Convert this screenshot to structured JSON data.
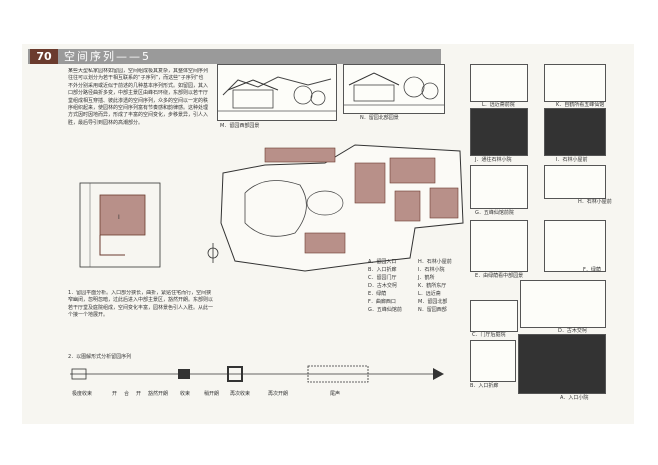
{
  "header": {
    "page_number": "70",
    "title": "空间序列——5"
  },
  "intro_text": "某些大型私家园林如留园，空间组成极其复杂，其整体空间序列往往可以划分为若干相互联系的“子序列”，而这些“子序列”也不外分别采用或近似于前述的几种基本序列形式。如留园，其入口部分路径曲折多变，中部主景区由峰石环绕，东部则以若干厅堂组成相互穿插、彼此渗透的空间序列，众多的空间以一定的秩序组织起来，使园林的空间序列富有节奏感和韵律感。这种处理方式因时因地而异，形成了丰富的空间变化，步移景异，引人入胜，最后导引到园林的高潮部分。",
  "plan_caption": "1．留园平面分析。入口部分狭长，曲折，紧贴住宅而行，空间狭窄幽闭，忽明忽暗，过此后进入中部主景区，豁然开朗。东部则以若干厅堂及庭院组成，空间变化丰富，园林景色引人入胜。从此一个接一个地展开。",
  "sequence_caption": "2．以图解形式分析留园序列",
  "sequence_labels": [
    "极度收束",
    "开",
    "合",
    "开",
    "豁然开朗",
    "收束",
    "稍开朗",
    "再次收束",
    "再次开朗",
    "尾声"
  ],
  "top_captions": {
    "sketch_m": "M．留园西部园景",
    "sketch_n": "N．留园北部园景"
  },
  "legend": [
    {
      "code": "A．",
      "text": "留园入口"
    },
    {
      "code": "B．",
      "text": "入口折廊"
    },
    {
      "code": "C．",
      "text": "留园门厅"
    },
    {
      "code": "D．",
      "text": "古木交柯"
    },
    {
      "code": "E．",
      "text": "绿荫"
    },
    {
      "code": "F．",
      "text": "曲廊西口"
    },
    {
      "code": "G．",
      "text": "五峰仙馆前"
    },
    {
      "code": "H．",
      "text": "石林小屋前"
    },
    {
      "code": "I．",
      "text": "石林小院"
    },
    {
      "code": "J．",
      "text": "鹤所"
    },
    {
      "code": "K．",
      "text": "鹤所东厅"
    },
    {
      "code": "L．",
      "text": "远近斋"
    },
    {
      "code": "M．",
      "text": "留园北部"
    },
    {
      "code": "N．",
      "text": "留园西部"
    }
  ],
  "right_captions": [
    {
      "id": "L",
      "text": "L．远近斋前院"
    },
    {
      "id": "K",
      "text": "K．自鹤所看五峰仙馆"
    },
    {
      "id": "J",
      "text": "J．通往石林小院"
    },
    {
      "id": "I",
      "text": "I．石林小屋前"
    },
    {
      "id": "H",
      "text": "H．石林小屋前"
    },
    {
      "id": "G",
      "text": "G．五峰仙馆前院"
    },
    {
      "id": "F",
      "text": "F．绿荫"
    },
    {
      "id": "E",
      "text": "E．由绿荫看中部园景"
    },
    {
      "id": "D",
      "text": "D．古木交柯"
    },
    {
      "id": "C",
      "text": "C．门厅后庭院"
    },
    {
      "id": "B",
      "text": "B．入口折廊"
    },
    {
      "id": "A",
      "text": "A．入口小院"
    }
  ],
  "colors": {
    "accent": "#6b3b2e",
    "plan_fill": "#b89089",
    "header_bar": "#9a9a9a"
  }
}
